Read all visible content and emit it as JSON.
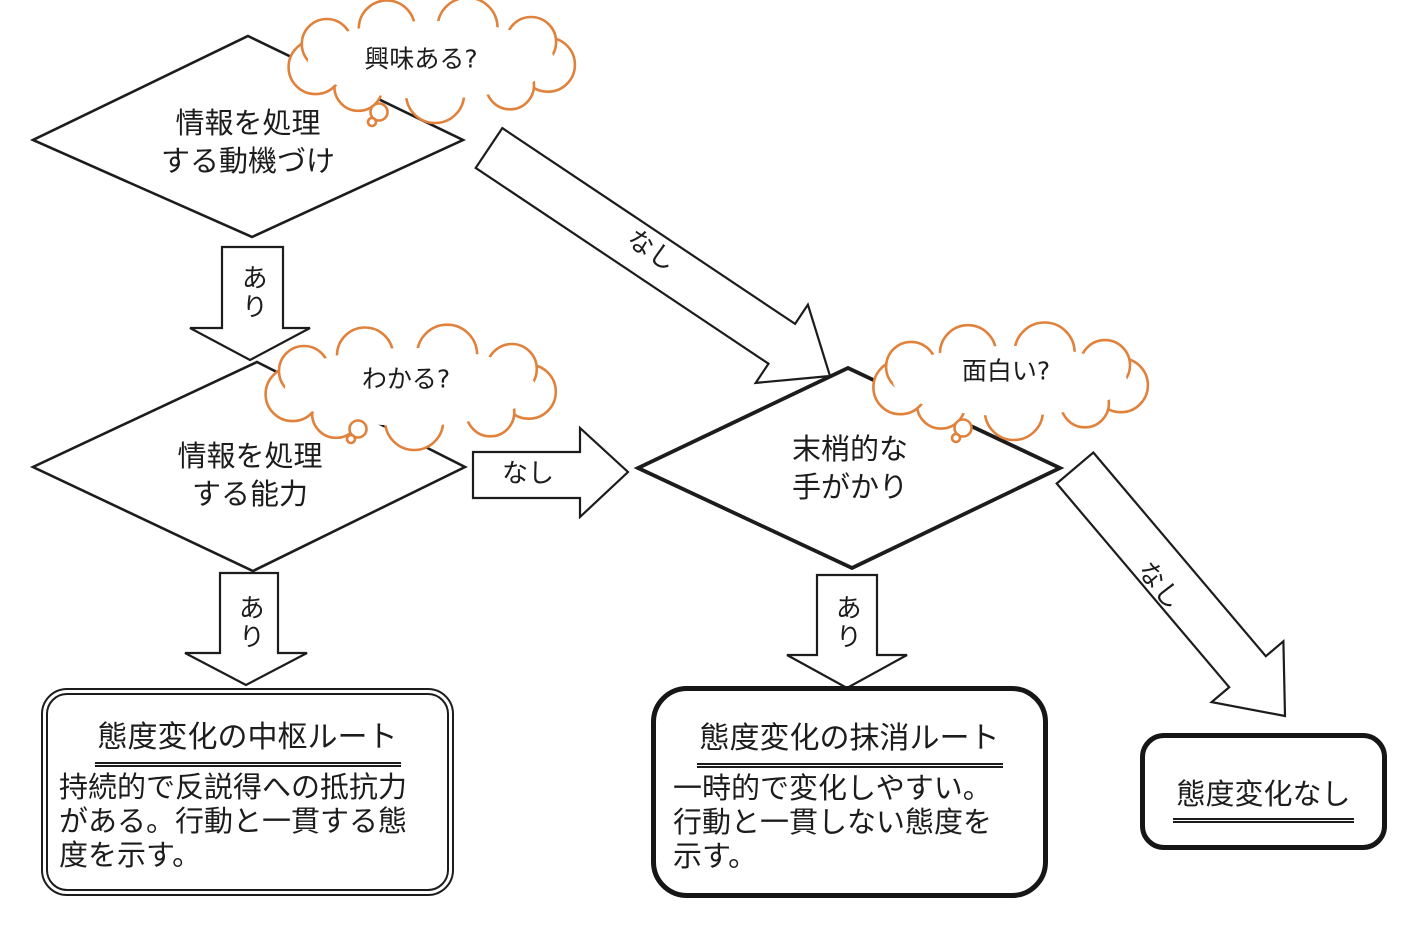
{
  "diagram": {
    "colors": {
      "outline": "#1c1c1c",
      "cloud_outline": "#e0813c"
    },
    "decisions": {
      "motivation": {
        "line1": "情報を処理",
        "line2": "する動機づけ",
        "thought": "興味ある?"
      },
      "ability": {
        "line1": "情報を処理",
        "line2": "する能力",
        "thought": "わかる?"
      },
      "peripheral_cue": {
        "line1": "末梢的な",
        "line2": "手がかり",
        "thought": "面白い?"
      }
    },
    "arrow_labels": {
      "motivation_yes": "あり",
      "motivation_no": "なし",
      "ability_yes": "あり",
      "ability_no": "なし",
      "cue_yes": "あり",
      "cue_no": "なし"
    },
    "outcomes": {
      "central_route": {
        "title": "態度変化の中枢ルート",
        "body": "持続的で反説得への抵抗力がある。行動と一貫する態度を示す。"
      },
      "peripheral_route": {
        "title": "態度変化の抹消ルート",
        "body": "一時的で変化しやすい。行動と一貫しない態度を示す。"
      },
      "no_change": {
        "title": "態度変化なし"
      }
    }
  }
}
